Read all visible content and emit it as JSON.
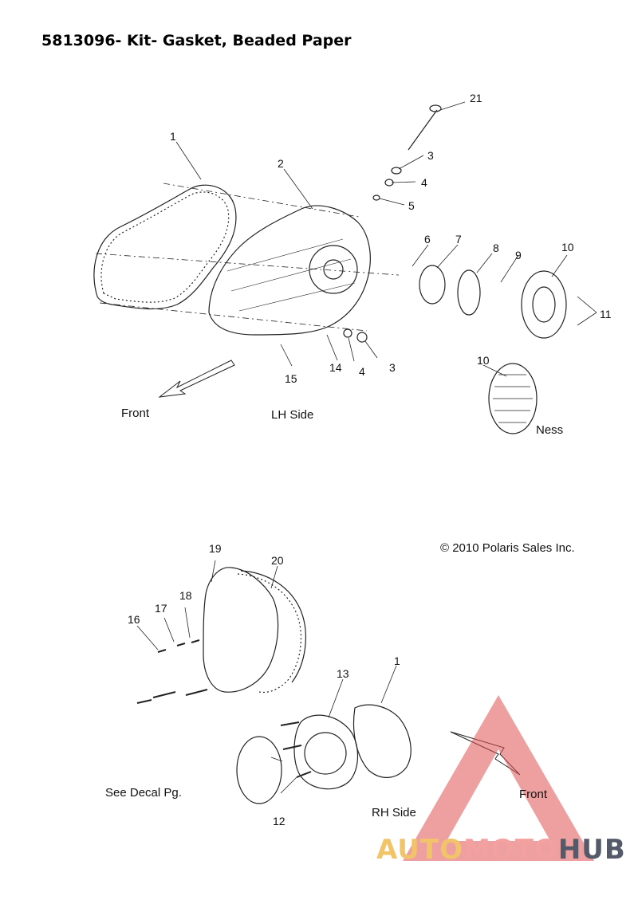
{
  "title": "5813096- Kit- Gasket, Beaded Paper",
  "copyright": "© 2010 Polaris Sales Inc.",
  "labels": {
    "front_top": "Front",
    "lh_side": "LH Side",
    "ness": "Ness",
    "see_decal": "See Decal Pg.",
    "rh_side": "RH Side",
    "front_bottom": "Front"
  },
  "callouts": {
    "n1a": "1",
    "n2": "2",
    "n21": "21",
    "n3a": "3",
    "n4a": "4",
    "n5": "5",
    "n6": "6",
    "n7": "7",
    "n8": "8",
    "n9": "9",
    "n10a": "10",
    "n11": "11",
    "n15": "15",
    "n14": "14",
    "n4b": "4",
    "n3b": "3",
    "n10b": "10",
    "n19": "19",
    "n20": "20",
    "n18": "18",
    "n17": "17",
    "n16": "16",
    "n13": "13",
    "n1b": "1",
    "n12": "12"
  },
  "watermark": {
    "part1": "AUTO",
    "part2": "MOTO",
    "part3": "HUB"
  },
  "colors": {
    "watermark_triangle": "#e05050",
    "watermark_auto": "#f2c46a",
    "watermark_moto": "#f2a0a0",
    "watermark_hub": "#555a6a"
  }
}
